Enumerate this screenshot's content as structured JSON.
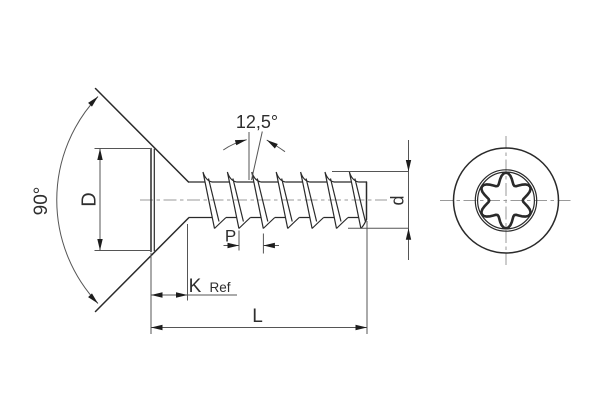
{
  "drawing": {
    "subject": "countersunk-torx-screw-technical-drawing",
    "labels": {
      "head_angle": "90°",
      "head_diameter": "D",
      "thread_angle": "12,5°",
      "pitch": "P",
      "head_height": "K",
      "head_height_ref": "Ref",
      "total_length": "L",
      "thread_diameter": "d"
    },
    "colors": {
      "object_line": "#2a2a2a",
      "dimension_line": "#555555",
      "centerline": "#9a9a9a",
      "background": "#ffffff"
    }
  }
}
